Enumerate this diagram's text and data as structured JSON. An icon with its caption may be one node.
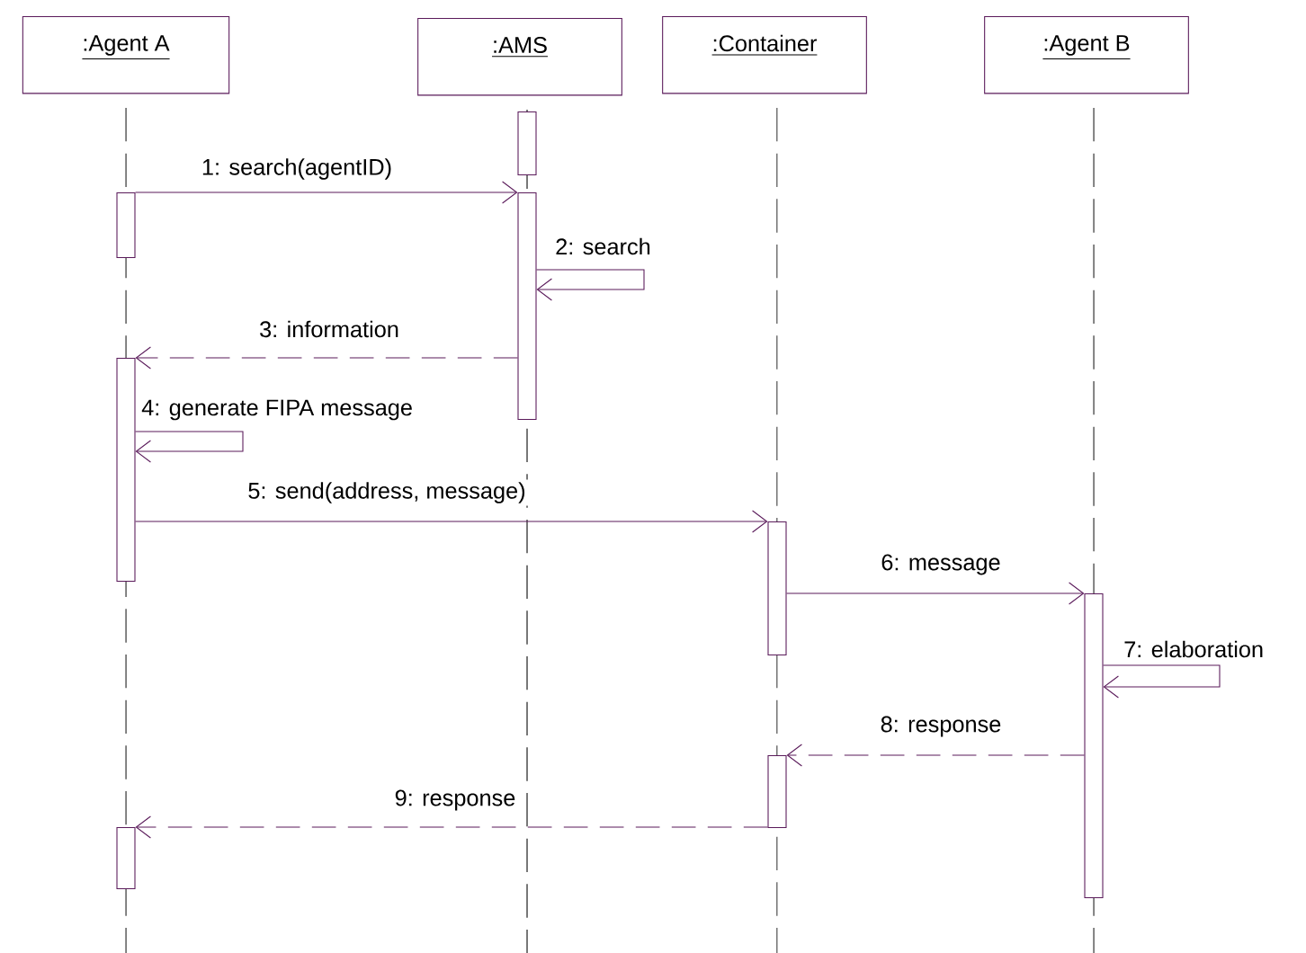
{
  "diagram": {
    "nodes": [
      {
        "text": [
          ":Agent A"
        ]
      },
      {
        "text": [
          ":AMS"
        ]
      },
      {
        "text": [
          ":Container"
        ]
      },
      {
        "text": [
          ":Agent B"
        ]
      },
      {
        "text": [],
        "shape": "bar"
      },
      {
        "text": [],
        "shape": "bar"
      },
      {
        "text": [],
        "shape": "bar"
      },
      {
        "text": [],
        "shape": "bar"
      },
      {
        "text": [],
        "shape": "bar"
      },
      {
        "text": [],
        "shape": "bar"
      },
      {
        "text": [],
        "shape": "bar"
      },
      {
        "text": [],
        "shape": "bar"
      }
    ],
    "edges": [
      {
        "from": 4,
        "to": 8,
        "arrow": "to",
        "label": "1: search(agentID)"
      },
      {
        "from": 8,
        "to": 8,
        "arrow": "to",
        "label": "2: search"
      },
      {
        "from": 8,
        "to": 5,
        "arrow": "to",
        "label": "3: information",
        "style": "dashed"
      },
      {
        "from": 5,
        "to": 5,
        "arrow": "to",
        "label": "4: generate FIPA message"
      },
      {
        "from": 5,
        "to": 9,
        "arrow": "to",
        "label": "5: send(address, message)"
      },
      {
        "from": 9,
        "to": 11,
        "arrow": "to",
        "label": "6: message"
      },
      {
        "from": 11,
        "to": 11,
        "arrow": "to",
        "label": "7: elaboration"
      },
      {
        "from": 11,
        "to": 10,
        "arrow": "to",
        "label": "8: response",
        "style": "dashed"
      },
      {
        "from": 10,
        "to": 6,
        "arrow": "to",
        "label": "9: response",
        "style": "dashed"
      }
    ]
  }
}
